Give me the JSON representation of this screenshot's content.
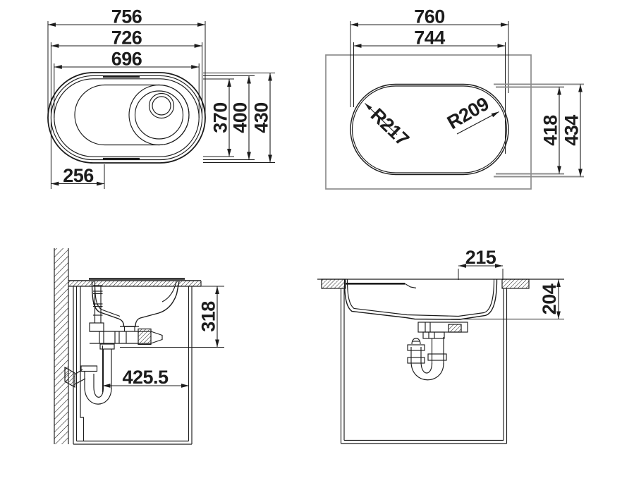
{
  "views": {
    "top_view": {
      "overall_width": "756",
      "rim_width": "726",
      "basin_width": "696",
      "basin_height": "370",
      "rim_height": "400",
      "overall_height": "430",
      "drainer_width": "256"
    },
    "cutout_view": {
      "overall_width": "760",
      "cutout_width": "744",
      "radius_outer": "R217",
      "radius_inner": "R209",
      "cutout_height": "418",
      "overall_height": "434"
    },
    "side_section": {
      "installation_depth": "318",
      "drain_distance": "425.5"
    },
    "front_section": {
      "drain_offset": "215",
      "bowl_depth": "204"
    }
  },
  "colors": {
    "ink": "#1c1c1c",
    "gray": "#8d8d8d",
    "background": "#ffffff"
  }
}
